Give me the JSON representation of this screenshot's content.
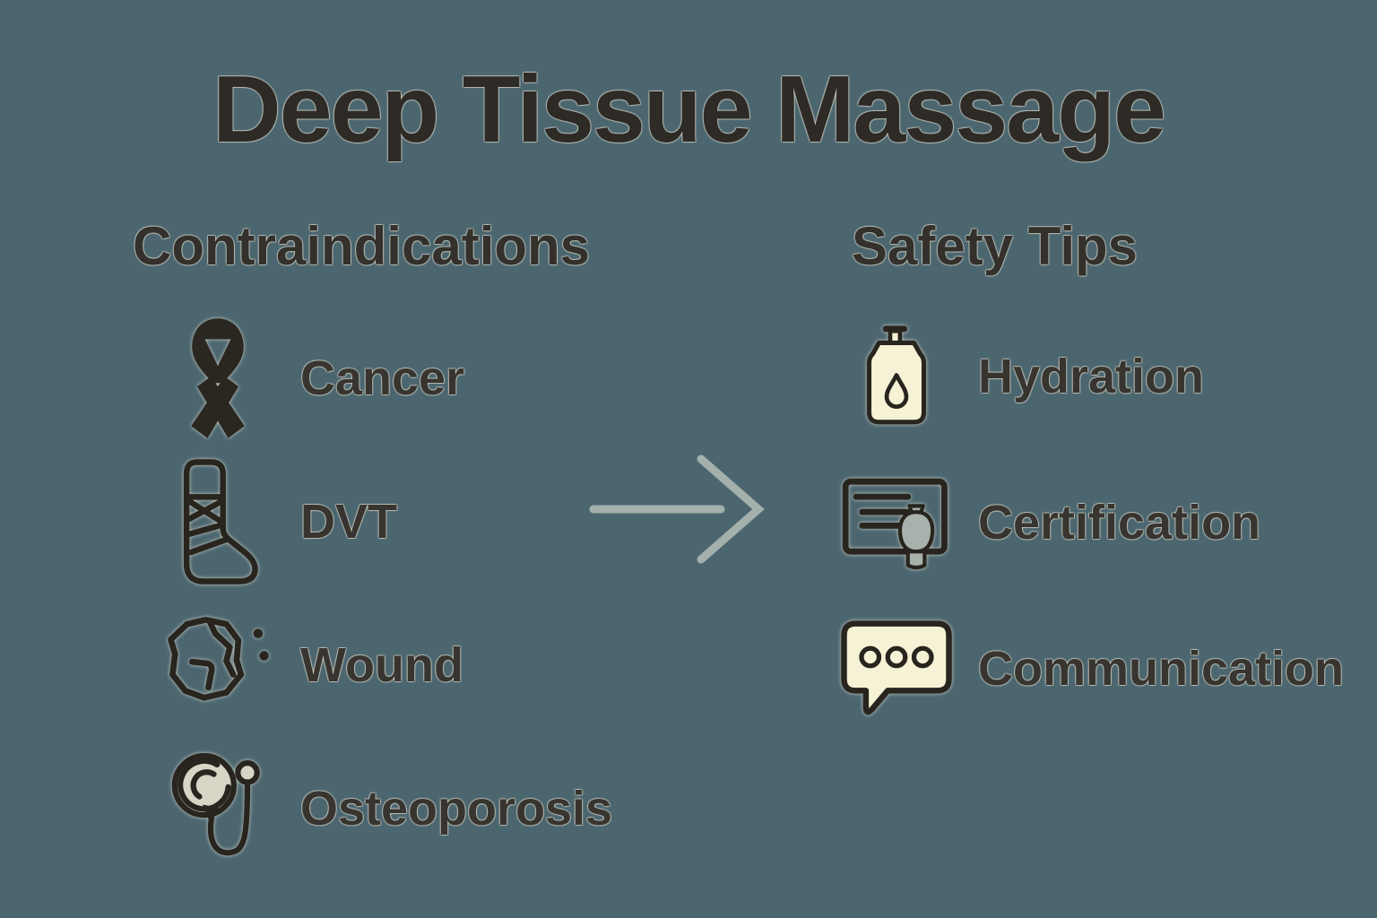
{
  "page": {
    "title": "Deep Tissue Massage",
    "colors": {
      "background": "#4c6670",
      "ink": "#28241e",
      "text": "#34302c",
      "cream_fill": "#f6f2d5",
      "seal_gray": "#a8b1ab",
      "arrow_gray": "#a3b0ab",
      "bone_gray": "#d8d4c6"
    }
  },
  "contraindications": {
    "header": "Contraindications",
    "items": [
      {
        "label": "Cancer",
        "icon": "awareness-ribbon-icon"
      },
      {
        "label": "DVT",
        "icon": "leg-cast-icon"
      },
      {
        "label": "Wound",
        "icon": "wound-icon"
      },
      {
        "label": "Osteoporosis",
        "icon": "porous-bone-icon"
      }
    ]
  },
  "safety_tips": {
    "header": "Safety Tips",
    "items": [
      {
        "label": "Hydration",
        "icon": "water-bottle-icon"
      },
      {
        "label": "Certification",
        "icon": "certificate-icon"
      },
      {
        "label": "Communication",
        "icon": "speech-bubble-icon"
      }
    ]
  },
  "arrow": {
    "icon": "arrow-right-icon",
    "direction": "right"
  }
}
